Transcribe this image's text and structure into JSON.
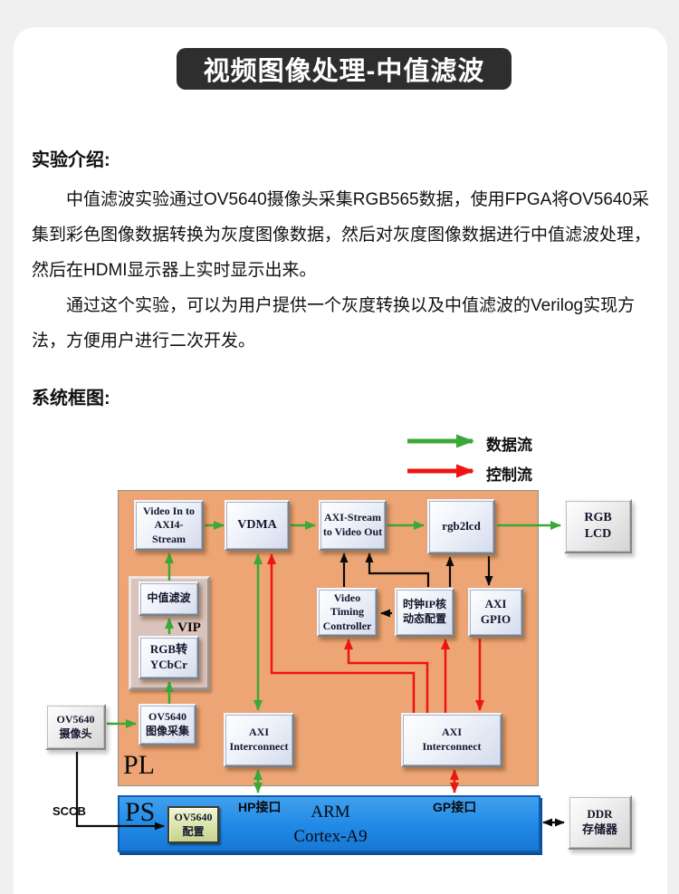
{
  "banner": {
    "title": "视频图像处理-中值滤波"
  },
  "intro": {
    "heading": "实验介绍:",
    "paragraph1": "中值滤波实验通过OV5640摄像头采集RGB565数据，使用FPGA将OV5640采集到彩色图像数据转换为灰度图像数据，然后对灰度图像数据进行中值滤波处理，然后在HDMI显示器上实时显示出来。",
    "paragraph2": "通过这个实验，可以为用户提供一个灰度转换以及中值滤波的Verilog实现方法，方便用户进行二次开发。"
  },
  "diagram_section": {
    "heading": "系统框图:"
  },
  "legend": {
    "data_flow_label": "数据流",
    "control_flow_label": "控制流"
  },
  "colors": {
    "data_flow": "#3ba837",
    "control_flow": "#ee1511",
    "pl_background": "#eda575",
    "ps_background": "#2089e6"
  },
  "diagram": {
    "pl_label": "PL",
    "ps_label": "PS",
    "sccb_label": "SCCB",
    "hp_label": "HP接口",
    "gp_label": "GP接口",
    "arm_label": "ARM\nCortex-A9",
    "vip_label": "VIP",
    "boxes": {
      "video_in": "Video In to\nAXI4-\nStream",
      "vdma": "VDMA",
      "axi_stream_out": "AXI-Stream\nto Video Out",
      "rgb2lcd": "rgb2lcd",
      "rgb_lcd": "RGB\nLCD",
      "median_filter": "中值滤波",
      "rgb2ycbcr": "RGB转\nYCbCr",
      "vtc": "Video\nTiming\nController",
      "clock_ip": "时钟IP核\n动态配置",
      "axi_gpio": "AXI GPIO",
      "ov5640_camera": "OV5640\n摄像头",
      "ov5640_capture": "OV5640\n图像采集",
      "axi_interconnect_left": "AXI\nInterconnect",
      "axi_interconnect_right": "AXI\nInterconnect",
      "ov5640_config": "OV5640\n配置",
      "ddr": "DDR\n存储器"
    }
  }
}
